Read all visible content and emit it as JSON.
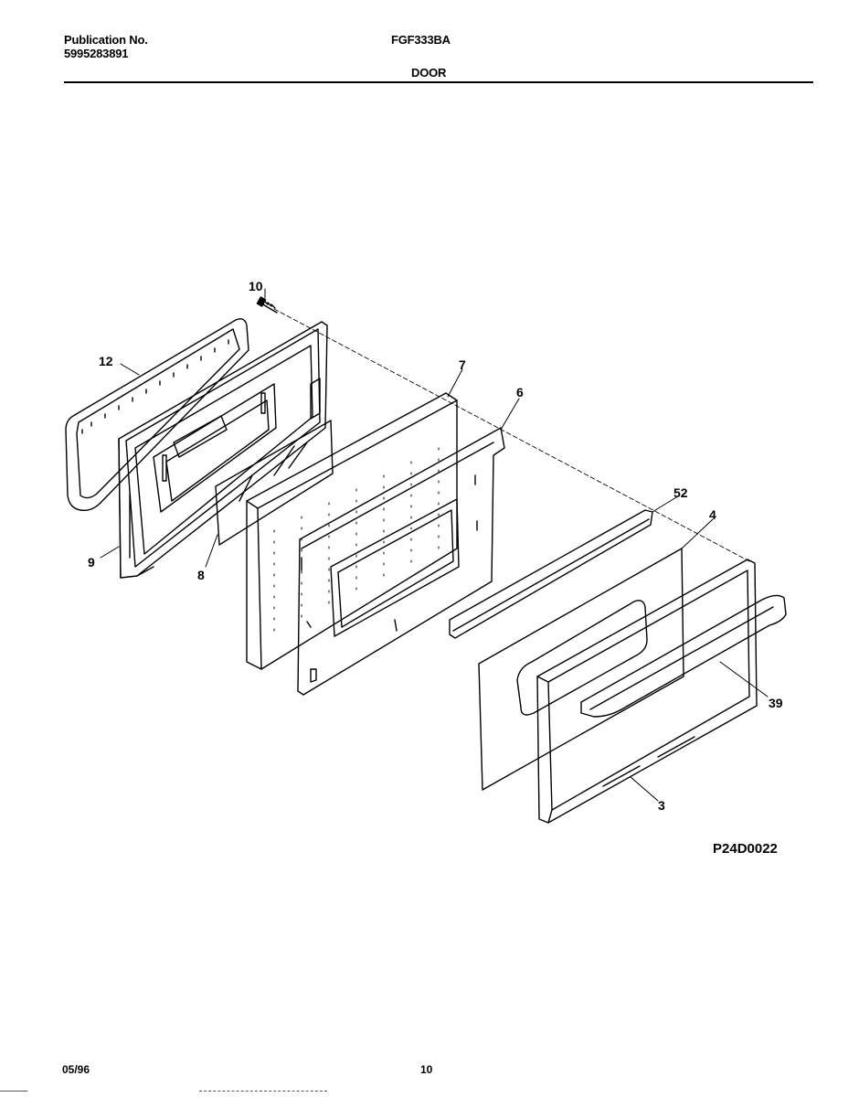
{
  "header": {
    "publication_label": "Publication No.",
    "publication_number": "5995283891",
    "model": "FGF333BA",
    "section_title": "DOOR"
  },
  "diagram": {
    "callouts": {
      "c10": "10",
      "c12": "12",
      "c7": "7",
      "c6": "6",
      "c9": "9",
      "c8": "8",
      "c52": "52",
      "c4": "4",
      "c39": "39",
      "c3": "3"
    },
    "drawing_code": "P24D0022"
  },
  "footer": {
    "date": "05/96",
    "page_number": "10"
  }
}
